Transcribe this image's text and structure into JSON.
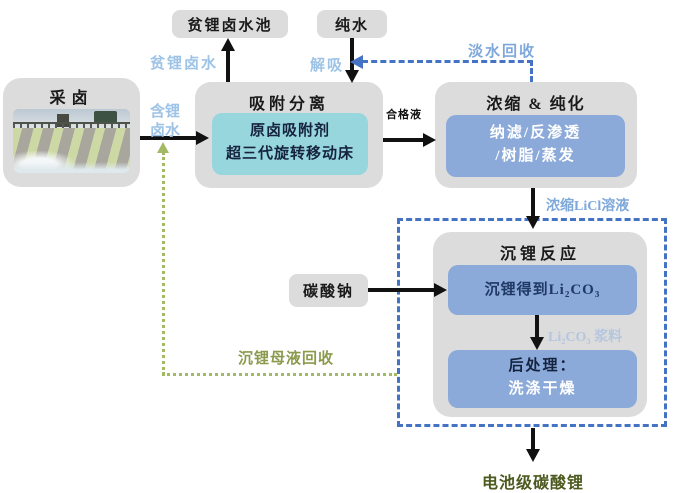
{
  "nodes": {
    "brine_collection": {
      "title": "采卤"
    },
    "lean_brine_pool": {
      "label": "贫锂卤水池"
    },
    "pure_water": {
      "label": "纯水"
    },
    "adsorption": {
      "title": "吸附分离",
      "unit_line1": "原卤吸附剂",
      "unit_line2": "超三代旋转移动床"
    },
    "concentration": {
      "title": "浓缩 & 纯化",
      "unit_line1": "纳滤/反渗透",
      "unit_line2": "/树脂/蒸发"
    },
    "precipitation": {
      "title": "沉锂反应",
      "step1": "沉锂得到Li₂CO₃",
      "step2_line1": "后处理：",
      "step2_line2": "洗涤干燥"
    },
    "soda_ash": {
      "label": "碳酸钠"
    },
    "product": {
      "label": "电池级碳酸锂"
    }
  },
  "flows": {
    "lean_brine": "贫锂卤水",
    "li_brine_line1": "含锂",
    "li_brine_line2": "卤水",
    "desorption": "解吸",
    "fresh_water_recovery": "淡水回收",
    "qualified_liquid": "合格液",
    "concentrated_licl": "浓缩LiCl溶液",
    "li2co3_slurry": "Li₂CO₃ 浆料",
    "mother_liquor_recovery": "沉锂母液回收"
  },
  "colors": {
    "node_bg": "#dcdcdc",
    "adsorbent_unit_bg": "#97d6dd",
    "process_unit_bg": "#8caad9",
    "flow_label_blue": "#9dc3e6",
    "licl_label_blue": "#7fa8da",
    "slurry_label_blue": "#b5c6de",
    "recycle_dash_blue": "#4472c4",
    "recycle_dot_green": "#a4b964",
    "mother_liquor_green": "#8b9a4d",
    "product_green": "#4c5a20",
    "arrow_black": "#111111"
  }
}
